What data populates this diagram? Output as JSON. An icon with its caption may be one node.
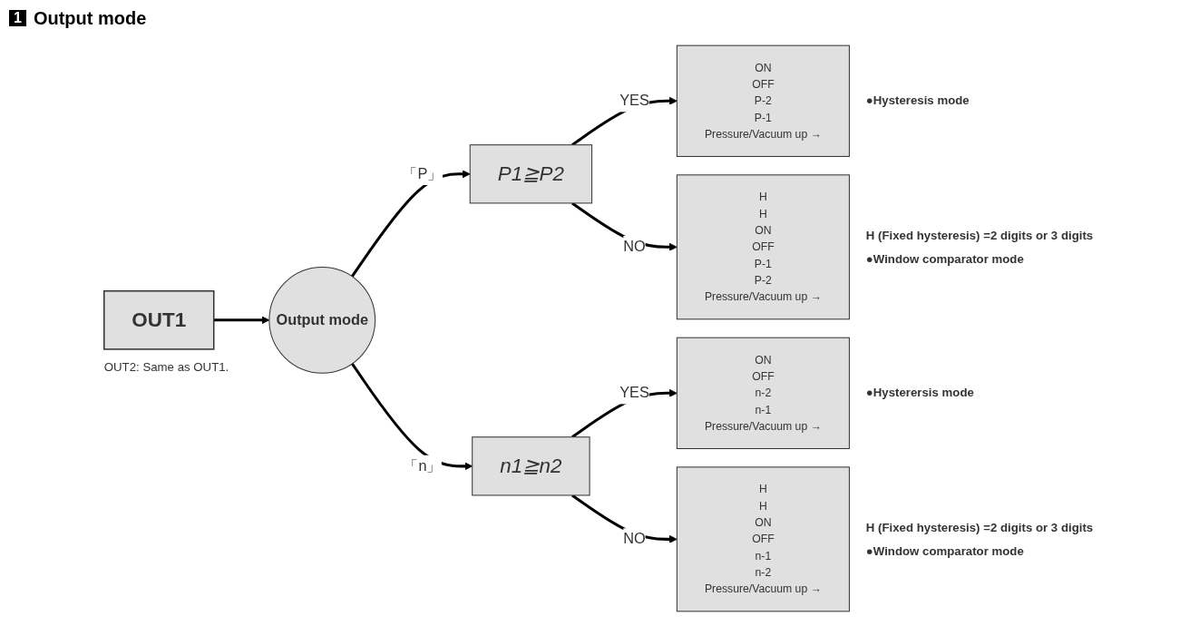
{
  "diagram": {
    "title": "Output mode",
    "nodes": [
      {
        "text": [
          "OUT1"
        ],
        "beside": [
          "OUT2: Same as OUT1."
        ]
      },
      {
        "text": [
          "Output mode"
        ]
      },
      {
        "text": [
          "P1≧P2"
        ]
      },
      {
        "text": [
          "ON",
          "OFF",
          "P-2",
          "P-1",
          "Pressure/Vacuum up →"
        ],
        "beside": [
          "●Hysteresis mode"
        ]
      },
      {
        "text": [
          "H",
          "H",
          "ON",
          "OFF",
          "P-1",
          "P-2",
          "Pressure/Vacuum up →"
        ],
        "beside": [
          "H (Fixed hysteresis) =2 digits or 3 digits",
          "●Window comparator mode"
        ]
      },
      {
        "text": [
          "n1≧n2"
        ]
      },
      {
        "text": [
          "ON",
          "OFF",
          "n-2",
          "n-1",
          "Pressure/Vacuum up →"
        ],
        "beside": [
          "●Hysterersis mode"
        ]
      },
      {
        "text": [
          "H",
          "H",
          "ON",
          "OFF",
          "n-1",
          "n-2",
          "Pressure/Vacuum up →"
        ],
        "beside": [
          "H (Fixed hysteresis) =2 digits or 3 digits",
          "●Window comparator mode"
        ]
      }
    ],
    "edges": [
      {
        "from": 0,
        "to": 1,
        "arrow": "to"
      },
      {
        "from": 1,
        "to": 2,
        "arrow": "to",
        "label": "「P」"
      },
      {
        "from": 2,
        "to": 3,
        "arrow": "to",
        "label": "YES"
      },
      {
        "from": 2,
        "to": 4,
        "arrow": "to",
        "label": "NO"
      },
      {
        "from": 1,
        "to": 5,
        "arrow": "to",
        "label": "「n」"
      },
      {
        "from": 5,
        "to": 6,
        "arrow": "to",
        "label": "YES"
      },
      {
        "from": 5,
        "to": 7,
        "arrow": "to",
        "label": "NO"
      }
    ],
    "labels": [
      "1"
    ]
  }
}
